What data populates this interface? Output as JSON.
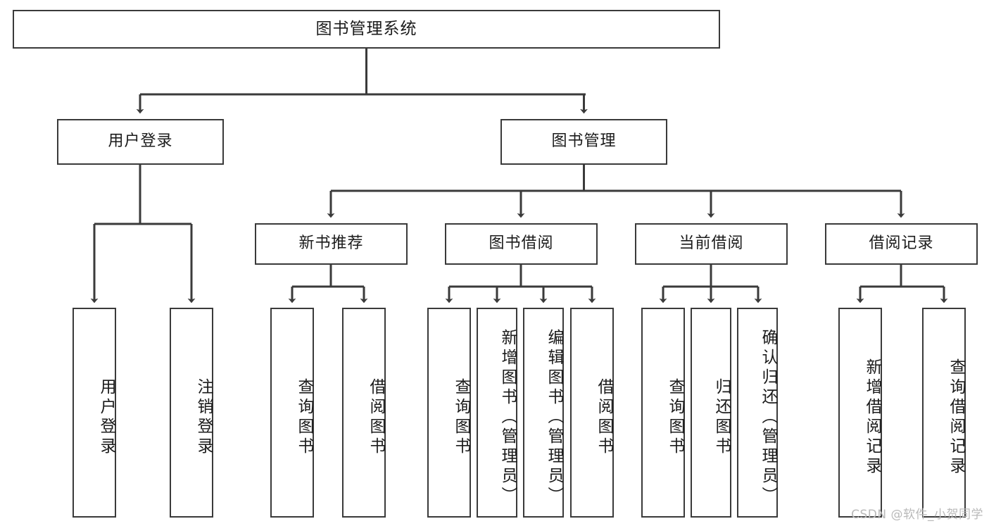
{
  "diagram": {
    "title": "图书管理系统",
    "type": "tree",
    "root": {
      "id": "root",
      "label": "图书管理系统"
    },
    "level2": [
      {
        "id": "user-login",
        "label": "用户登录"
      },
      {
        "id": "book-manage",
        "label": "图书管理"
      }
    ],
    "level3": [
      {
        "id": "new-book-recommend",
        "label": "新书推荐",
        "parent": "book-manage"
      },
      {
        "id": "book-borrow",
        "label": "图书借阅",
        "parent": "book-manage"
      },
      {
        "id": "current-borrow",
        "label": "当前借阅",
        "parent": "book-manage"
      },
      {
        "id": "borrow-record",
        "label": "借阅记录",
        "parent": "book-manage"
      }
    ],
    "leaves": [
      {
        "id": "leaf-user-login",
        "label": "用户登录",
        "parent": "user-login"
      },
      {
        "id": "leaf-logout",
        "label": "注销登录",
        "parent": "user-login"
      },
      {
        "id": "leaf-query-book-rec",
        "label": "查询图书",
        "parent": "new-book-recommend"
      },
      {
        "id": "leaf-borrow-book-rec",
        "label": "借阅图书",
        "parent": "new-book-recommend"
      },
      {
        "id": "leaf-query-book-borrow",
        "label": "查询图书",
        "parent": "book-borrow"
      },
      {
        "id": "leaf-add-book",
        "label": "新增图书（管理员）",
        "parent": "book-borrow"
      },
      {
        "id": "leaf-edit-book",
        "label": "编辑图书（管理员）",
        "parent": "book-borrow"
      },
      {
        "id": "leaf-borrow-book",
        "label": "借阅图书",
        "parent": "book-borrow"
      },
      {
        "id": "leaf-query-book-cur",
        "label": "查询图书",
        "parent": "current-borrow"
      },
      {
        "id": "leaf-return-book",
        "label": "归还图书",
        "parent": "current-borrow"
      },
      {
        "id": "leaf-confirm-return",
        "label": "确认归还（管理员）",
        "parent": "current-borrow"
      },
      {
        "id": "leaf-add-record",
        "label": "新增借阅记录",
        "parent": "borrow-record"
      },
      {
        "id": "leaf-query-record",
        "label": "查询借阅记录",
        "parent": "borrow-record"
      }
    ],
    "watermark": "CSDN @软件_小贺同学",
    "colors": {
      "stroke": "#3a3a3a",
      "background": "#ffffff",
      "text": "#1b1b1b",
      "watermark": "#b9b9b9"
    }
  }
}
